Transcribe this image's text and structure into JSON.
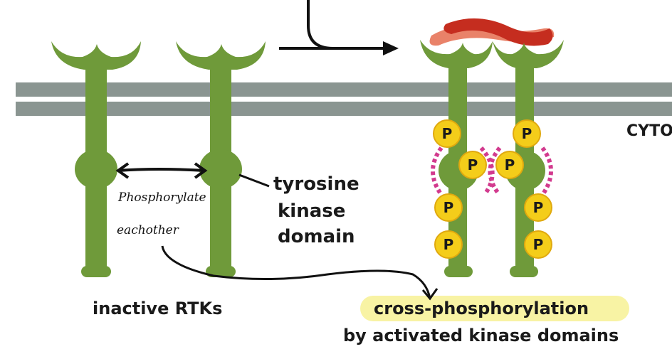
{
  "labels": {
    "cytosol": "CYTO",
    "tyrosine": "tyrosine",
    "kinase": "kinase",
    "domain": "domain",
    "inactive": "inactive RTKs",
    "cross1": "cross-phosphorylation",
    "cross2": "by activated kinase domains"
  },
  "handwritten": {
    "line1": "Phosphorylate",
    "line2": "eachother"
  },
  "phosphate_label": "P",
  "colors": {
    "receptor": "#6f9a3a",
    "membrane": "#8a9591",
    "phosphate": "#f4cd1a",
    "ligand": "#c52d1f",
    "dash": "#d23a8e",
    "highlight": "#f7f29a"
  }
}
